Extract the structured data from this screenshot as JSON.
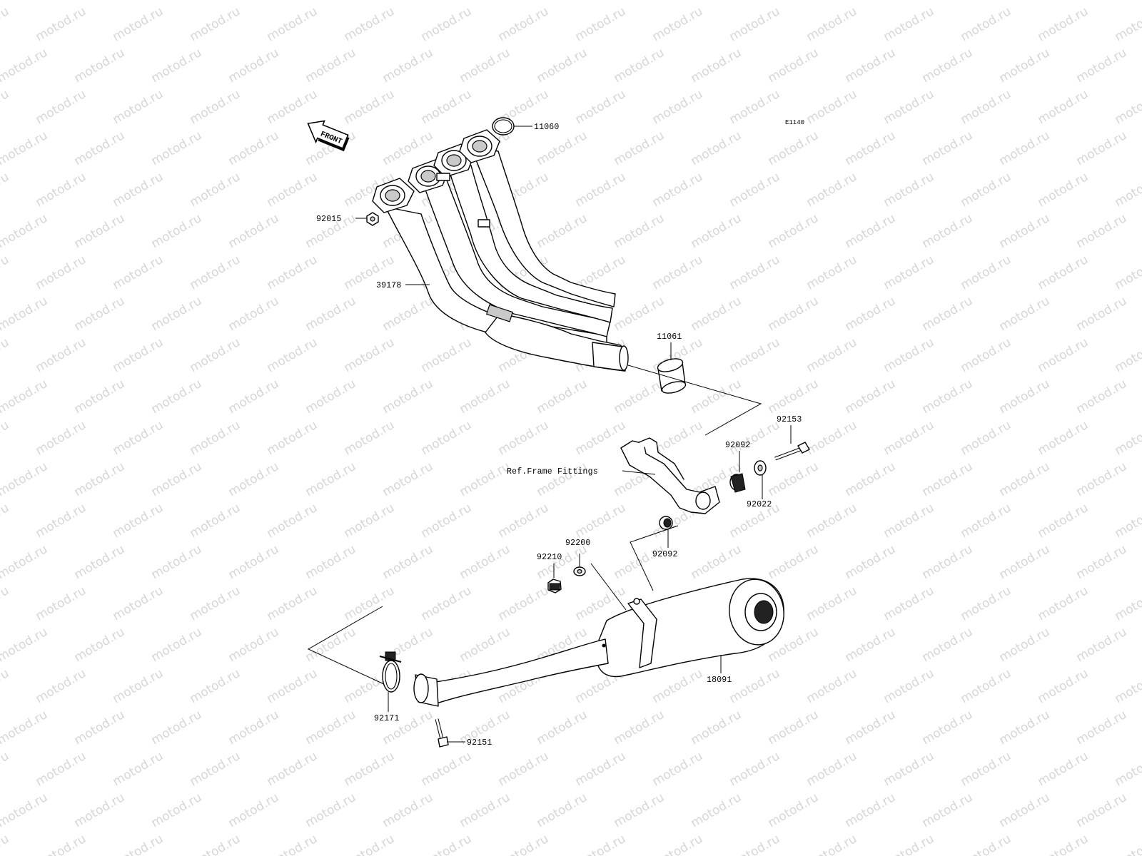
{
  "watermark": "motod.ru",
  "diagram_code": "E1140",
  "front_arrow": "FRONT",
  "ref_note": "Ref.Frame Fittings",
  "parts": {
    "gasket": "11060",
    "nut_header": "92015",
    "exhaust_header": "39178",
    "gasket_joint": "11061",
    "bolt_upper": "92153",
    "damper_a": "92092",
    "washer_upper": "92022",
    "damper_b": "92092",
    "collar": "92200",
    "nut_lower": "92210",
    "muffler": "18091",
    "clamp": "92171",
    "bolt_clamp": "92151"
  },
  "icons": {
    "front": "arrow-front-icon"
  }
}
